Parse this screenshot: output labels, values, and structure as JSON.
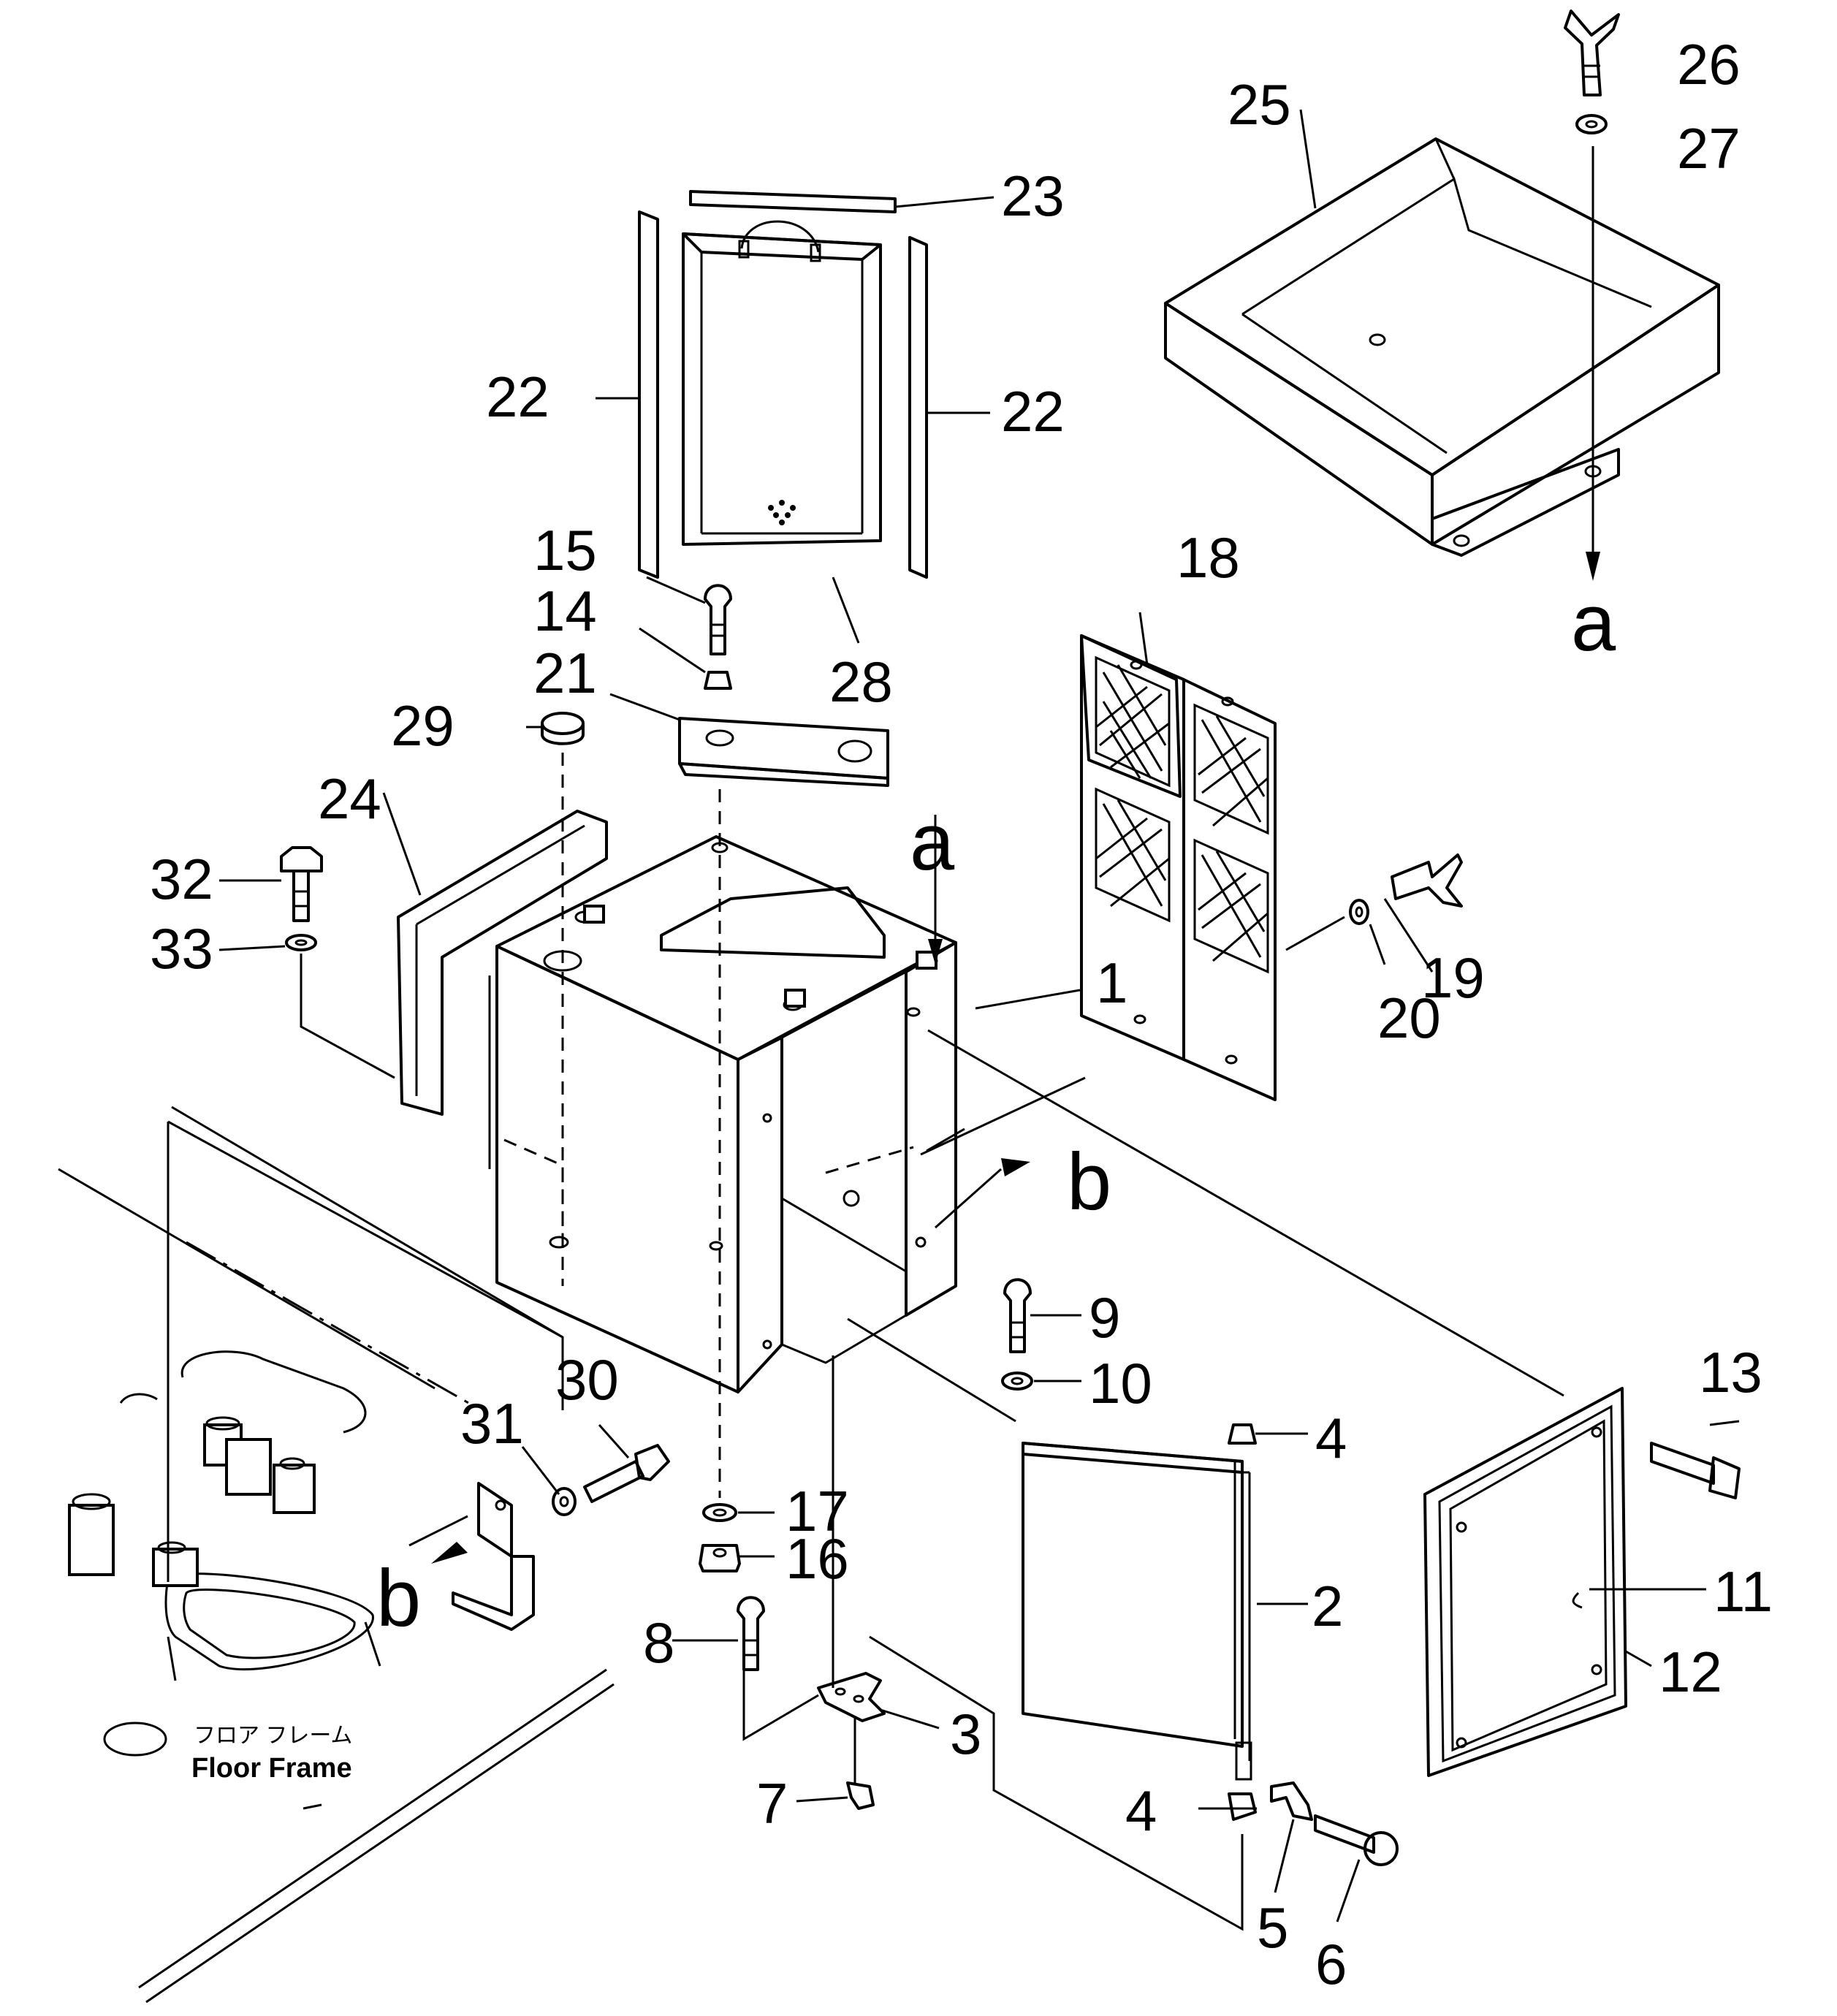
{
  "part_labels": {
    "p1": "1",
    "p2": "2",
    "p3": "3",
    "p4a": "4",
    "p4b": "4",
    "p5": "5",
    "p6": "6",
    "p7": "7",
    "p8": "8",
    "p9": "9",
    "p10": "10",
    "p11": "11",
    "p12": "12",
    "p13": "13",
    "p14": "14",
    "p15": "15",
    "p16": "16",
    "p17": "17",
    "p18": "18",
    "p19": "19",
    "p20": "20",
    "p21": "21",
    "p22a": "22",
    "p22b": "22",
    "p23": "23",
    "p24": "24",
    "p25": "25",
    "p26": "26",
    "p27": "27",
    "p28": "28",
    "p29": "29",
    "p30": "30",
    "p31": "31",
    "p32": "32",
    "p33": "33"
  },
  "references": {
    "a_top": "a",
    "a_box": "a",
    "b_right": "b",
    "b_left": "b"
  },
  "caption": {
    "japanese": "フロア フレーム",
    "english": "Floor Frame"
  }
}
